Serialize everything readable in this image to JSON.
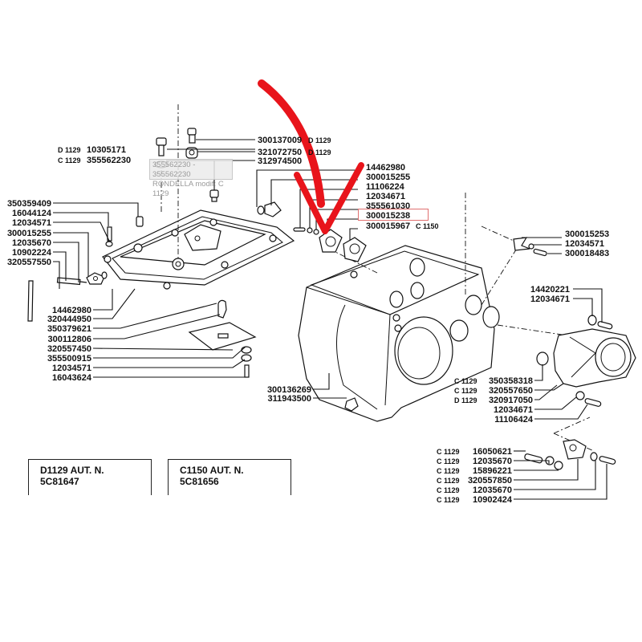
{
  "diagram": {
    "title": "Gearbox housing exploded parts diagram",
    "accent_color": "#e8141b",
    "highlight_color": "#e07070",
    "top_cover_labels": {
      "bolt_d1129_prefix": "D 1129",
      "bolt_d1129": "10305171",
      "washer_c1129_prefix": "C 1129",
      "washer_c1129": "355562230",
      "plug": "300137009",
      "plug_suffix": "D 1129",
      "nut": "321072750",
      "nut_suffix": "D 1129",
      "stud": "312974500"
    },
    "tooltip": {
      "line1": "355562230 - 355562230",
      "line2": "RONDELLA modif: C 1129"
    },
    "left_upper_labels": [
      "350359409",
      "16044124",
      "12034571",
      "300015255",
      "12035670",
      "10902224",
      "320557550"
    ],
    "left_lower_labels": [
      "14462980",
      "320444950",
      "350379621",
      "300112806",
      "320557450",
      "355500915",
      "12034571",
      "16043624"
    ],
    "center_labels": [
      "14462980",
      "300015255",
      "11106224",
      "12034671",
      "355561030",
      "300015238",
      "300015967"
    ],
    "center_last_suffix": "C 1150",
    "highlighted_part": "300015238",
    "right_upper_labels": [
      "300015253",
      "12034571",
      "300018483"
    ],
    "right_mid_labels": [
      "14420221",
      "12034671"
    ],
    "right_lower_labels": [
      {
        "prefix": "C 1129",
        "code": "350358318"
      },
      {
        "prefix": "C 1129",
        "code": "320557650"
      },
      {
        "prefix": "D 1129",
        "code": "320917050"
      },
      {
        "prefix": "",
        "code": "12034671"
      },
      {
        "prefix": "",
        "code": "11106424"
      }
    ],
    "housing_labels": [
      "300136269",
      "311943500"
    ],
    "bottom_right_labels": [
      {
        "prefix": "C 1129",
        "code": "16050621"
      },
      {
        "prefix": "C 1129",
        "code": "12035670"
      },
      {
        "prefix": "C 1129",
        "code": "15896221"
      },
      {
        "prefix": "C 1129",
        "code": "320557850"
      },
      {
        "prefix": "C 1129",
        "code": "12035670"
      },
      {
        "prefix": "C 1129",
        "code": "10902424"
      }
    ],
    "notes": [
      "D1129  AUT. N. 5C81647",
      "C1150  AUT. N. 5C81656"
    ]
  }
}
